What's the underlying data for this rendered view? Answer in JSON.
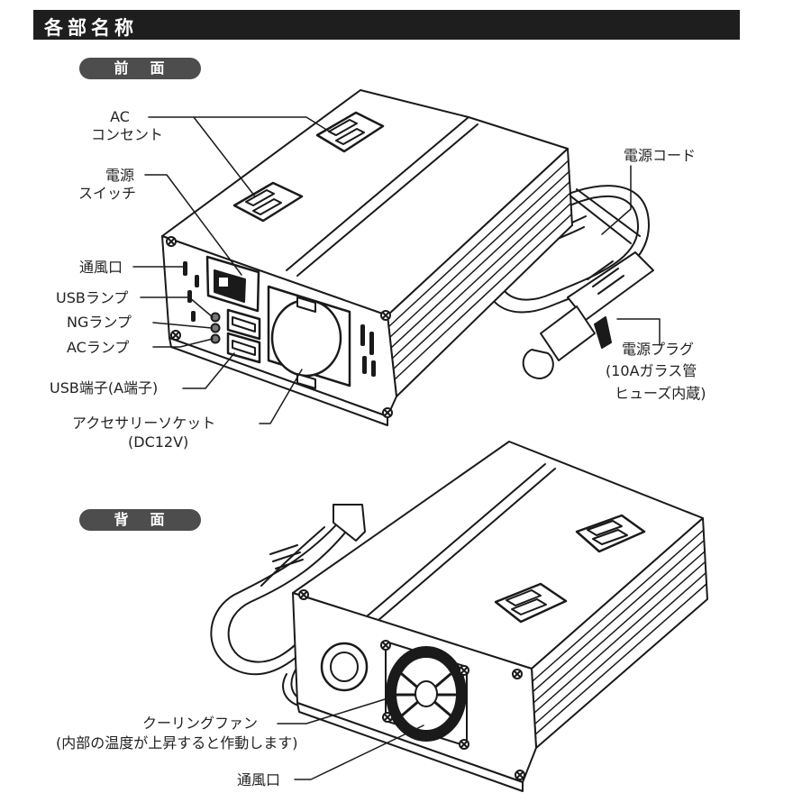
{
  "header": {
    "title": "各部名称"
  },
  "front": {
    "label": "前面",
    "labels": {
      "ac_outlet_1": "AC",
      "ac_outlet_2": "コンセント",
      "power_switch_1": "電源",
      "power_switch_2": "スイッチ",
      "vent": "通風口",
      "usb_lamp": "USBランプ",
      "ng_lamp": "NGランプ",
      "ac_lamp": "ACランプ",
      "usb_port": "USB端子(A端子)",
      "accessory_socket_1": "アクセサリーソケット",
      "accessory_socket_2": "(DC12V)",
      "power_cord": "電源コード",
      "power_plug_1": "電源プラグ",
      "power_plug_2": "(10Aガラス管",
      "power_plug_3": "ヒューズ内蔵)"
    }
  },
  "back": {
    "label": "背面",
    "labels": {
      "cooling_fan_1": "クーリングファン",
      "cooling_fan_2": "(内部の温度が上昇すると作動します)",
      "vent": "通風口"
    }
  }
}
